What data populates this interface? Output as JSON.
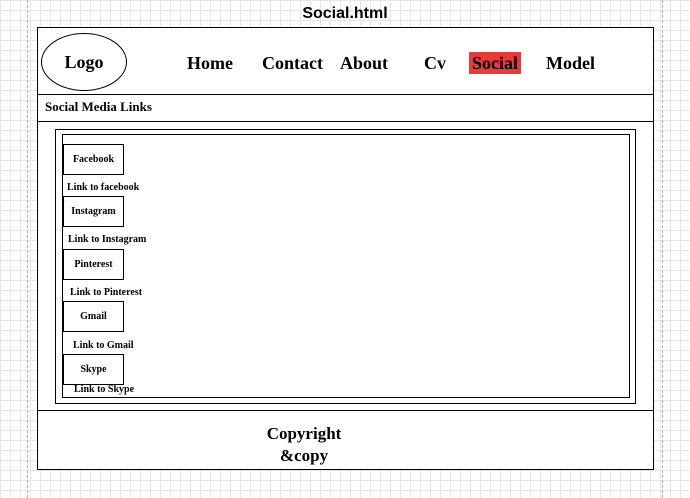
{
  "page": {
    "title": "Social.html"
  },
  "header": {
    "logo": "Logo",
    "nav": [
      {
        "label": "Home"
      },
      {
        "label": "Contact"
      },
      {
        "label": "About"
      },
      {
        "label": "Cv"
      },
      {
        "label": "Social",
        "active": true
      },
      {
        "label": "Model"
      }
    ],
    "active_color": "#e8393b"
  },
  "section": {
    "title": "Social Media Links",
    "items": [
      {
        "button": "Facebook",
        "link": "Link to facebook"
      },
      {
        "button": "Instagram",
        "link": "Link to Instagram"
      },
      {
        "button": "Pinterest",
        "link": "Link to Pinterest"
      },
      {
        "button": "Gmail",
        "link": "Link to Gmail"
      },
      {
        "button": "Skype",
        "link": "Link to Skype"
      }
    ]
  },
  "footer": {
    "line1": "Copyright",
    "line2": "&copy"
  }
}
